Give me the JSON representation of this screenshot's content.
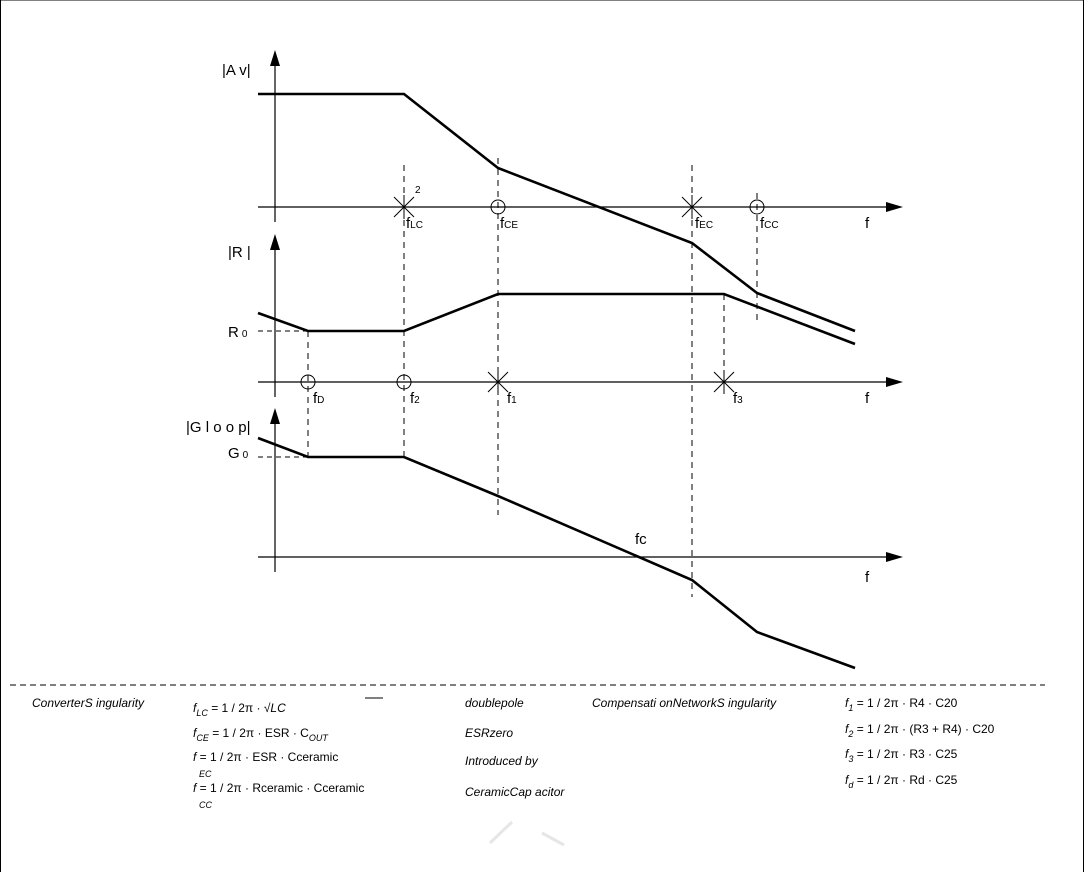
{
  "plots": {
    "av": {
      "ylabel": "|A v|",
      "xlabel": "f",
      "r2": "2"
    },
    "r": {
      "ylabel": "|R |",
      "xlabel": "f",
      "level": "R",
      "level_sub": "0"
    },
    "g": {
      "ylabel": "|G l o o p|",
      "xlabel": "f",
      "level": "G",
      "level_sub": "0",
      "crossover": "fc"
    }
  },
  "freq_labels": {
    "flc": {
      "base": "f",
      "sub": "LC"
    },
    "fce": {
      "base": "f",
      "sub": "CE"
    },
    "fec": {
      "base": "f",
      "sub": "EC"
    },
    "fcc": {
      "base": "f",
      "sub": "CC"
    },
    "fd": {
      "base": "f",
      "sub": "D"
    },
    "f2": {
      "base": "f",
      "sub": "2"
    },
    "f1": {
      "base": "f",
      "sub": "1"
    },
    "f3": {
      "base": "f",
      "sub": "3"
    }
  },
  "legend": {
    "converter_title": "ConverterS ingularity",
    "compensation_title": "Compensati onNetworkS ingularity",
    "converter": [
      {
        "f": "f",
        "sub": "LC",
        "expr": " =  1 / 2π · √",
        "radicand": "LC",
        "desc": "doublepole"
      },
      {
        "f": "f",
        "sub": "CE",
        "expr": " =  1 / 2π · ESR · C",
        "tail_sub": "OUT",
        "desc": "ESRzero"
      },
      {
        "f": "f",
        "sub": "EC",
        "expr": " =  1 / 2π · ESR · Cceramic",
        "desc": "Introduced by"
      },
      {
        "f": "f",
        "sub": "CC",
        "expr": " =  1 / 2π · Rceramic · Cceramic",
        "desc": "CeramicCap acitor"
      }
    ],
    "compensation": [
      {
        "f": "f",
        "sub": "1",
        "expr": " =  1 / 2π · R4 · C20"
      },
      {
        "f": "f",
        "sub": "2",
        "expr": " =  1 / 2π · (R3 + R4) · C20"
      },
      {
        "f": "f",
        "sub": "3",
        "expr": " =  1 / 2π · R3 · C25"
      },
      {
        "f": "f",
        "sub": "d",
        "expr": " =  1 / 2π · Rd · C25"
      }
    ]
  }
}
